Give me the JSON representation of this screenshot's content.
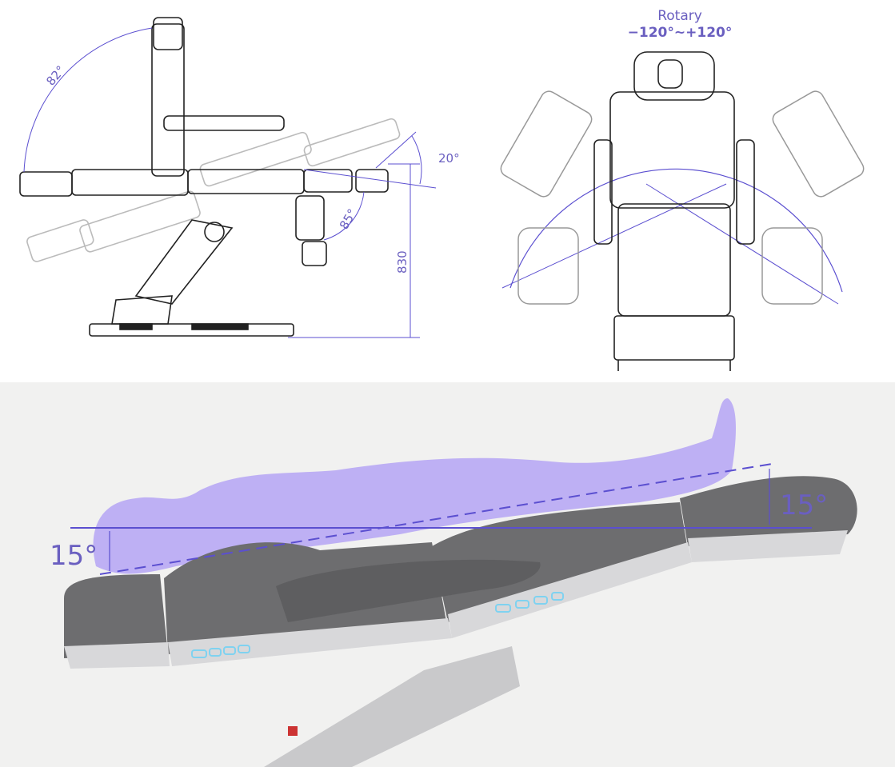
{
  "side_view": {
    "backrest_angle": "82°",
    "legrest_raise_angle": "20°",
    "legrest_drop_angle": "85°",
    "height": "830"
  },
  "top_view": {
    "title": "Rotary",
    "range": "−120°~+120°"
  },
  "tilt_view": {
    "head_tilt": "15°",
    "foot_tilt": "15°"
  },
  "colors": {
    "accent": "#5b4fd0",
    "silhouette": "#b8a9f4",
    "upholstery": "#6d6d6f",
    "line": "#222222"
  }
}
